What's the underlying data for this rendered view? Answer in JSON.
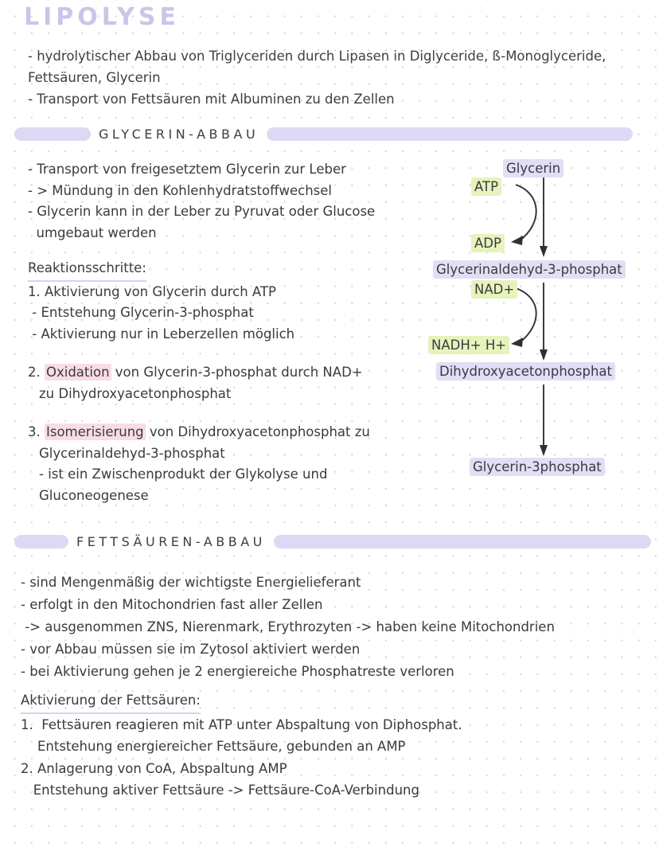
{
  "title": "LIPOLYSE",
  "colors": {
    "title": "#c9c6e8",
    "bar": "#ddd9f5",
    "highlight_purple": "#e2def5",
    "highlight_green": "#e6f3bb",
    "highlight_pink": "#f8dde3",
    "underline": "#d8d2f0",
    "text": "#3d3d44",
    "grid_dot": "#dcdcdc"
  },
  "intro": {
    "lines": [
      "- hydrolytischer Abbau von Triglyceriden durch Lipasen in Diglyceride, ß-Monoglyceride,",
      "Fettsäuren, Glycerin",
      "- Transport von Fettsäuren mit Albuminen zu den Zellen"
    ]
  },
  "sections": {
    "glycerin": {
      "header": "GLYCERIN-ABBAU",
      "bullets": [
        "- Transport von freigesetztem Glycerin zur Leber",
        "- > Mündung in den Kohlenhydratstoffwechsel",
        "- Glycerin kann in der Leber zu Pyruvat oder Glucose",
        "  umgebaut werden"
      ],
      "steps_label": "Reaktionsschritte:",
      "step1": {
        "number": "1.",
        "text": " Aktivierung von Glycerin durch ATP",
        "sub": [
          " - Entstehung Glycerin-3-phosphat",
          " - Aktivierung nur in Leberzellen möglich"
        ]
      },
      "step2": {
        "number": "2.",
        "highlight": "Oxidation",
        "text_after": " von Glycerin-3-phosphat durch NAD+",
        "line2": "zu Dihydroxyacetonphosphat"
      },
      "step3": {
        "number": "3.",
        "highlight": "Isomerisierung",
        "text_after": " von Dihydroxyacetonphosphat zu",
        "line2": "Glycerinaldehyd-3-phosphat",
        "line3": "- ist ein Zwischenprodukt der Glykolyse und",
        "line4": "Gluconeogenese"
      }
    },
    "fettsaeuren": {
      "header": "FETTSÄUREN-ABBAU",
      "bullets": [
        "- sind Mengenmäßig der wichtigste Energielieferant",
        "- erfolgt in den Mitochondrien fast aller Zellen",
        " -> ausgenommen ZNS, Nierenmark, Erythrozyten -> haben keine Mitochondrien",
        "- vor Abbau müssen sie im Zytosol aktiviert werden",
        "- bei Aktivierung gehen je 2 energiereiche Phosphatreste verloren"
      ],
      "activation_label": "Aktivierung der Fettsäuren:",
      "activation_steps": [
        "1.  Fettsäuren reagieren mit ATP unter Abspaltung von Diphosphat.",
        "    Entstehung energiereicher Fettsäure, gebunden an AMP",
        "2. Anlagerung von CoA, Abspaltung AMP",
        "   Entstehung aktiver Fettsäure -> Fettsäure-CoA-Verbindung"
      ]
    }
  },
  "diagram": {
    "nodes": {
      "glycerin": "Glycerin",
      "atp": "ATP",
      "adp": "ADP",
      "g3p_aldehyd": "Glycerinaldehyd-3-phosphat",
      "nad_plus": "NAD+",
      "nadh": "NADH+ H+",
      "dhap": "Dihydroxyacetonphosphat",
      "glycerin3p": "Glycerin-3phosphat"
    }
  }
}
